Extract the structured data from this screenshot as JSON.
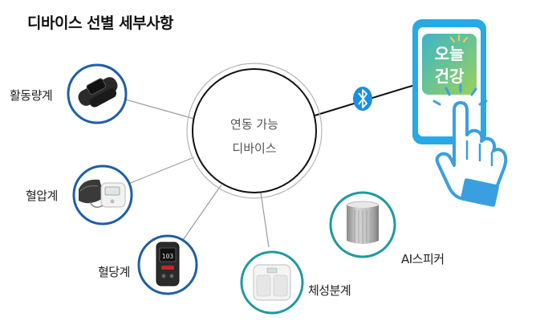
{
  "title": "디바이스 선별 세부사항",
  "hub": {
    "line1": "연동 가능",
    "line2": "디바이스"
  },
  "app": {
    "line1": "오늘",
    "line2": "건강"
  },
  "devices": [
    {
      "key": "activity",
      "label": "활동량계",
      "icon": "fitness-band-icon"
    },
    {
      "key": "bp",
      "label": "혈압계",
      "icon": "blood-pressure-monitor-icon"
    },
    {
      "key": "glucose",
      "label": "혈당계",
      "icon": "glucose-meter-icon"
    },
    {
      "key": "scale",
      "label": "체성분계",
      "icon": "body-composition-scale-icon"
    },
    {
      "key": "speaker",
      "label": "AI스피커",
      "icon": "ai-speaker-icon"
    }
  ],
  "colors": {
    "ring_blue": "#1f5fa6",
    "ring_teal": "#1d9aa0",
    "phone_blue": "#29a8e6",
    "bluetooth": "#1a8fe0",
    "hand": "#3a9fe0"
  }
}
